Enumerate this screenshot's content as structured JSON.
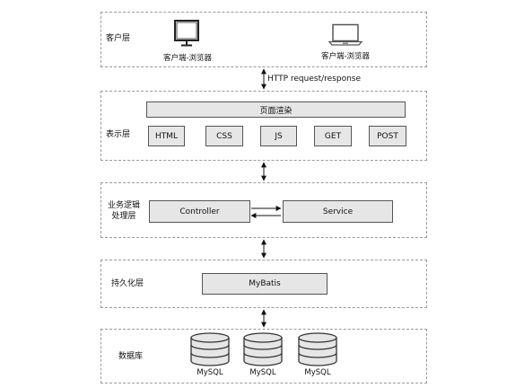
{
  "client_layer": {
    "label": "客户层",
    "desktop_label": "客户端-浏览器",
    "laptop_label": "客户端-浏览器"
  },
  "link_label": "HTTP request/response",
  "presentation_layer": {
    "label": "表示层",
    "render_label": "页面渲染",
    "items": [
      "HTML",
      "CSS",
      "JS",
      "GET",
      "POST"
    ]
  },
  "business_layer": {
    "label_line1": "业务逻辑",
    "label_line2": "处理层",
    "controller_label": "Controller",
    "service_label": "Service"
  },
  "persistence_layer": {
    "label": "持久化层",
    "mybatis_label": "MyBatis"
  },
  "database_layer": {
    "label": "数据库",
    "databases": [
      "MySQL",
      "MySQL",
      "MySQL"
    ]
  }
}
